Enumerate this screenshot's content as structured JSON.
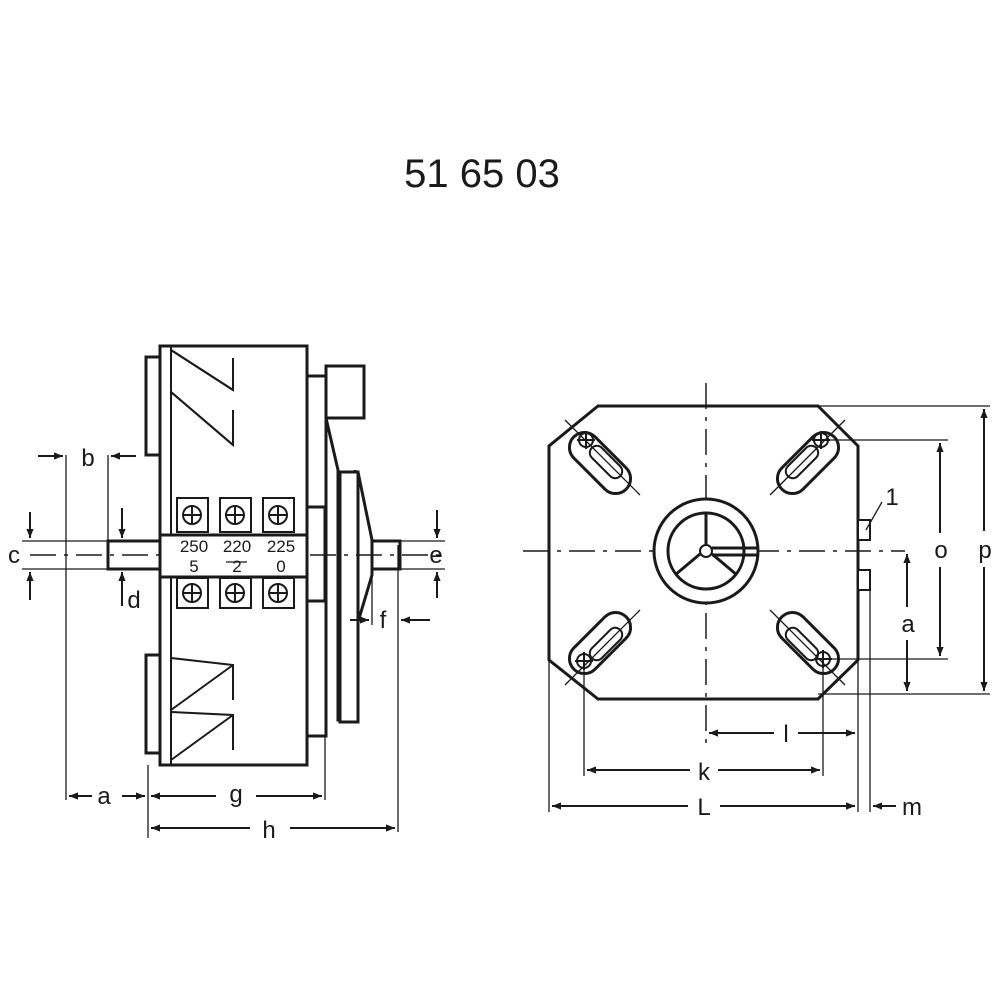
{
  "title": "51 65 03",
  "side_view": {
    "dimensions": {
      "a": "a",
      "b": "b",
      "c": "c",
      "d": "d",
      "e": "e",
      "f": "f",
      "g": "g",
      "h": "h"
    },
    "terminals": {
      "top": [
        "250",
        "220",
        "225"
      ],
      "bottom": [
        "5",
        "2",
        "0"
      ]
    }
  },
  "front_view": {
    "dimensions": {
      "l": "l",
      "k": "k",
      "L": "L",
      "m": "m",
      "o": "o",
      "p": "p",
      "a": "a"
    },
    "callout": "1"
  }
}
